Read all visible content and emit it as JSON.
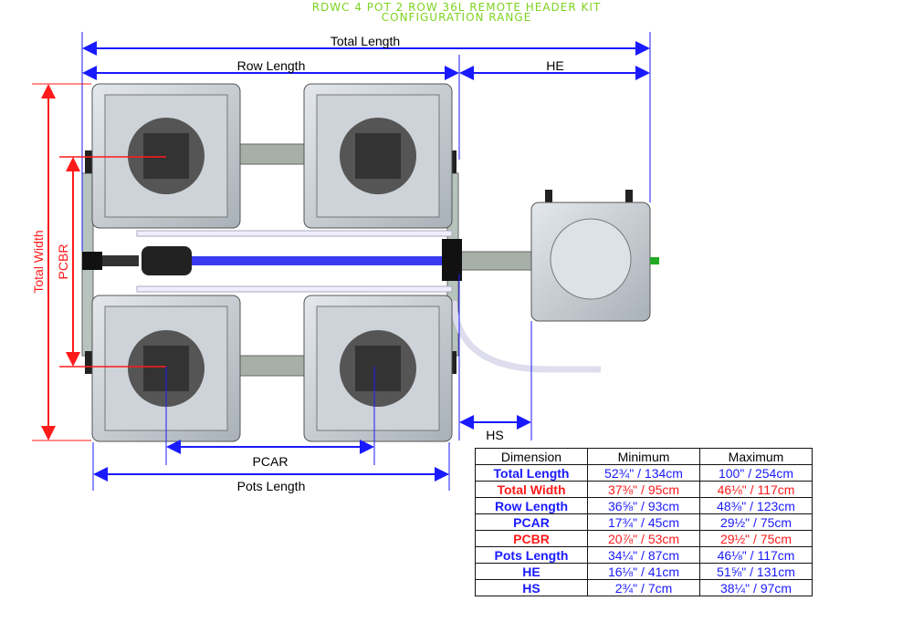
{
  "title": {
    "line1": "RDWC 4 POT 2 ROW 36L REMOTE HEADER KIT",
    "line2": "CONFIGURATION RANGE"
  },
  "labels": {
    "total_length": "Total Length",
    "row_length": "Row Length",
    "he": "HE",
    "total_width": "Total Width",
    "pcbr": "PCBR",
    "pcar": "PCAR",
    "pots_length": "Pots Length",
    "hs": "HS"
  },
  "colors": {
    "blue": "#1a1aff",
    "red": "#ff1a1a",
    "title_green": "#7ed321"
  },
  "table": {
    "headers": [
      "Dimension",
      "Minimum",
      "Maximum"
    ],
    "rows": [
      {
        "name": "Total Length",
        "min": "52¾\" / 134cm",
        "max": "100\" / 254cm",
        "color": "#1a1aff"
      },
      {
        "name": "Total Width",
        "min": "37⅜\" / 95cm",
        "max": "46⅛\" / 117cm",
        "color": "#ff1a1a"
      },
      {
        "name": "Row Length",
        "min": "36⅝\" / 93cm",
        "max": "48⅜\" / 123cm",
        "color": "#1a1aff"
      },
      {
        "name": "PCAR",
        "min": "17¾\" / 45cm",
        "max": "29½\" / 75cm",
        "color": "#1a1aff"
      },
      {
        "name": "PCBR",
        "min": "20⅞\" / 53cm",
        "max": "29½\" / 75cm",
        "color": "#ff1a1a"
      },
      {
        "name": "Pots Length",
        "min": "34¼\" / 87cm",
        "max": "46⅛\" / 117cm",
        "color": "#1a1aff"
      },
      {
        "name": "HE",
        "min": "16⅛\" / 41cm",
        "max": "51⅝\" / 131cm",
        "color": "#1a1aff"
      },
      {
        "name": "HS",
        "min": "2¾\" / 7cm",
        "max": "38¼\" / 97cm",
        "color": "#1a1aff"
      }
    ]
  }
}
